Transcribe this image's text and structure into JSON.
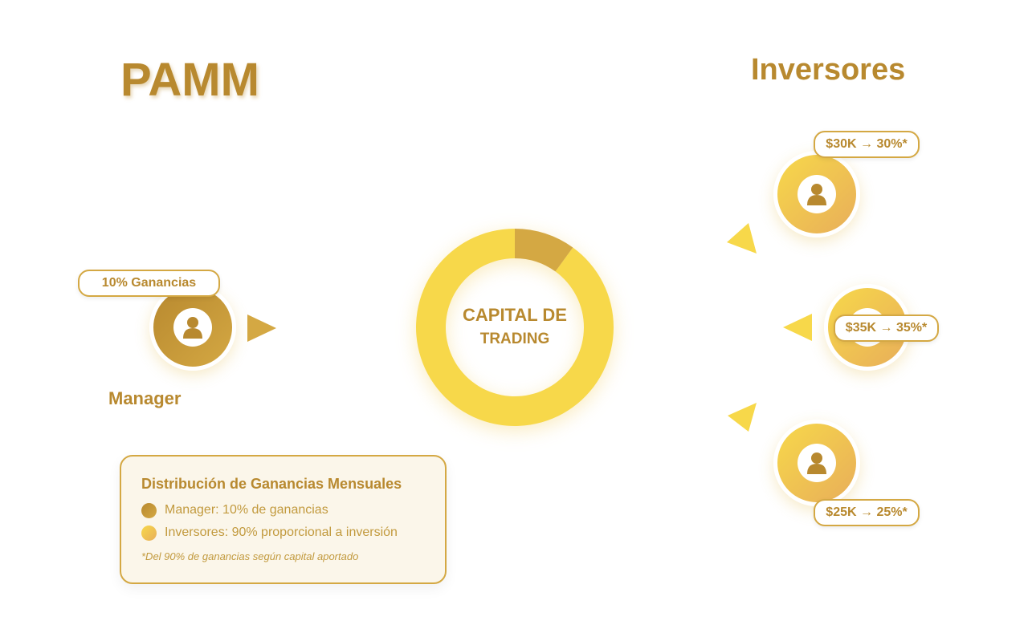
{
  "title": "PAMM",
  "investors_title": "Inversores",
  "center": {
    "line1": "CAPITAL DE",
    "line2": "TRADING",
    "manager_share_percent": 10,
    "investors_share_percent": 90
  },
  "manager": {
    "label": "Manager",
    "badge": "10% Ganancias"
  },
  "investors": [
    {
      "badge": "$30K → 30%*"
    },
    {
      "badge": "$35K → 35%*"
    },
    {
      "badge": "$25K → 25%*"
    }
  ],
  "legend": {
    "title": "Distribución de Ganancias Mensuales",
    "items": [
      "Manager: 10% de ganancias",
      "Inversores: 90% proporcional a inversión"
    ],
    "note": "*Del 90% de ganancias según capital aportado"
  },
  "colors": {
    "manager": "#D4A843",
    "investors": "#F7D84A",
    "text": "#B8892F"
  }
}
